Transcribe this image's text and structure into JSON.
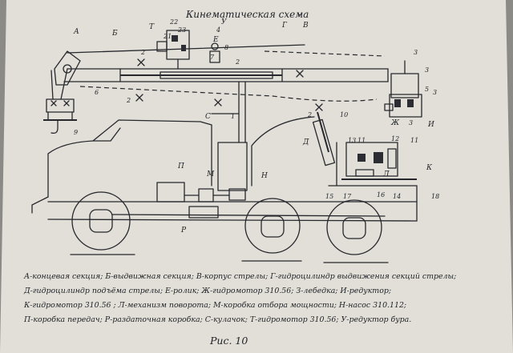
{
  "title": "Кинематическая схема",
  "figure_caption": "Рис. 10",
  "labels": {
    "A": "А",
    "B": "Б",
    "V": "В",
    "G": "Г",
    "D": "Д",
    "E": "Е",
    "ZH": "Ж",
    "I": "И",
    "K": "К",
    "L": "Л",
    "M": "М",
    "N": "Н",
    "P": "П",
    "R": "Р",
    "S": "С",
    "T": "Т",
    "U": "У"
  },
  "numbers": {
    "n1": "1",
    "n2": "2",
    "n3": "3",
    "n4": "4",
    "n5": "5",
    "n6": "6",
    "n7": "7",
    "n8": "8",
    "n9": "9",
    "n10": "10",
    "n11": "11",
    "n12": "12",
    "n13": "13",
    "n14": "14",
    "n15": "15",
    "n16": "16",
    "n17": "17",
    "n18": "18",
    "n21": "21",
    "n22": "22",
    "n23": "23"
  },
  "legend": [
    "А-концевая секция; Б-выдвижная секция; В-корпус стрелы; Г-гидроцилиндр выдвижения секций стрелы;",
    "Д-гидроцилиндр подъёма стрелы; Е-ролик; Ж-гидромотор 310.56; З-лебедка; И-редуктор;",
    "К-гидромотор 310.56 ; Л-механизм поворота; М-коробка отбора мощности; Н-насос 310.112;",
    "П-коробка передач; Р-раздаточная коробка; С-кулачок; Т-гидромотор 310.56; У-редуктор бура."
  ]
}
